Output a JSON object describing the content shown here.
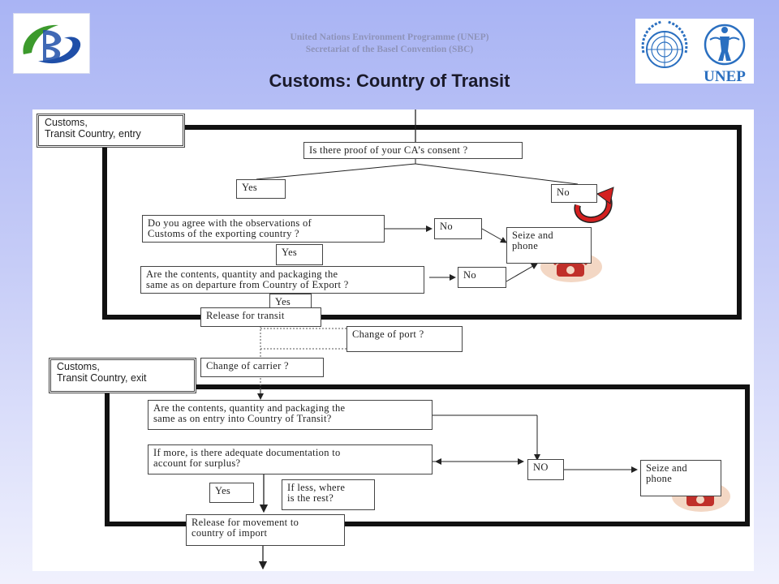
{
  "header": {
    "org_line_1": "United Nations Environment Programme (UNEP)",
    "org_line_2": "Secretariat of the Basel Convention (SBC)",
    "title": "Customs: Country of Transit",
    "unep_wordmark": "UNEP"
  },
  "colors": {
    "background_top": "#a9b4f4",
    "background_bottom": "#f0f1fd",
    "logo_green": "#3c9a2c",
    "logo_blue": "#1f4fa8",
    "unep_blue": "#2a6fc0",
    "phone_red": "#c0302a"
  },
  "icons": {
    "basel_logo": "basel-convention-logo",
    "un_emblem": "un-emblem-icon",
    "unep_emblem": "unep-emblem-icon",
    "return_arrow": "red-u-turn-arrow-icon",
    "phone": "red-telephone-icon"
  },
  "flowchart": {
    "entry_label": "Customs,\nTransit Country, entry",
    "exit_label": "Customs,\nTransit Country, exit",
    "q_consent": "Is there proof of your CA’s consent ?",
    "yes_1": "Yes",
    "no_1": "No",
    "q_observations": "Do you agree with the observations of\nCustoms of the exporting country ?",
    "no_2": "No",
    "seize_1": "Seize and\nphone",
    "yes_2": "Yes",
    "q_contents_departure": "Are the contents, quantity and packaging the\nsame as on departure from Country of Export ?",
    "no_3": "No",
    "yes_3": "Yes",
    "release_transit": "Release for transit",
    "change_port": "Change of port ?",
    "change_carrier": "Change of carrier ?",
    "q_contents_entry": "Are the contents, quantity and packaging the\nsame as on entry into Country of Transit?",
    "q_documentation": "If more, is there adequate documentation to\naccount for surplus?",
    "no_4": "NO",
    "seize_2": "Seize and\nphone",
    "yes_4": "Yes",
    "if_less": "If less, where\nis the rest?",
    "release_movement": "Release for movement to\ncountry of import"
  }
}
